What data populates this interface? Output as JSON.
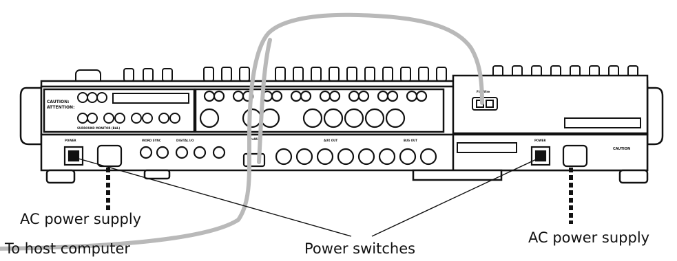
{
  "labels": {
    "ac_power_left": "AC power supply",
    "ac_power_right": "AC power supply",
    "host_computer": "To host computer",
    "power_switches": "Power switches"
  },
  "panel_text": {
    "caution": "CAUTION:",
    "attention": "ATTENTION:",
    "power": "POWER",
    "power_right": "POWER",
    "surround_monitor": "SURROUND MONITOR (BAL)",
    "word_sync": "WORD SYNC",
    "digital_io": "DIGITAL I/O",
    "firewire": "FireWire",
    "firewire_right": "FireWire",
    "aux_out": "AUX OUT",
    "bus_out": "BUS OUT",
    "caution_box": "CAUTION"
  },
  "colors": {
    "cable": "#b9b9b9",
    "outline": "#111111",
    "panel_fill": "#ffffff"
  }
}
